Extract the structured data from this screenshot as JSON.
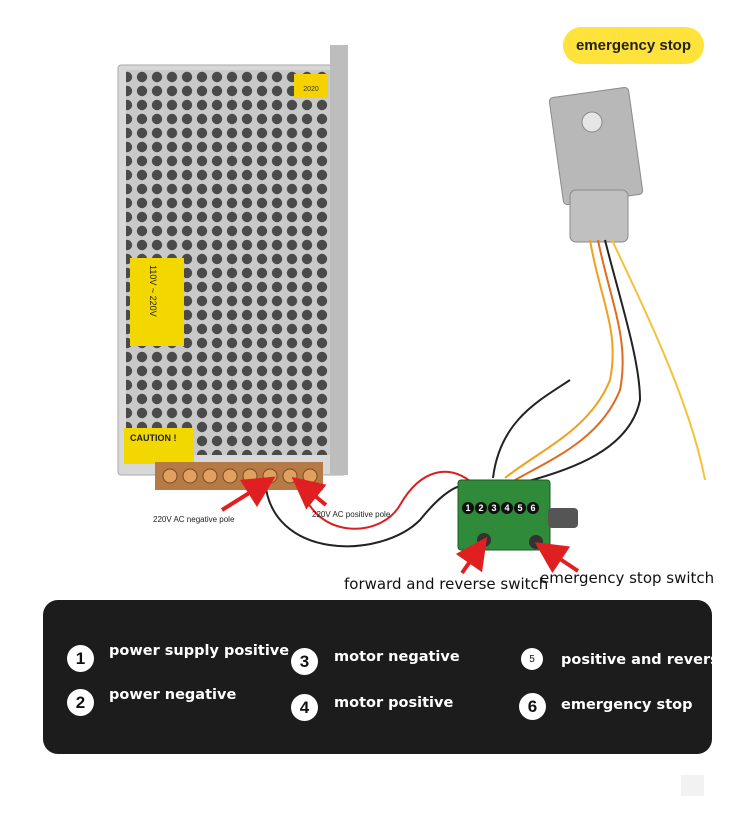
{
  "badge": {
    "label": "emergency stop"
  },
  "psu": {
    "sticker": "2020",
    "voltage_label": "110V ~ 220V",
    "caution": "CAUTION !"
  },
  "board": {
    "pins": [
      "1",
      "2",
      "3",
      "4",
      "5",
      "6"
    ]
  },
  "annotations": {
    "neg_pole": "220V AC negative pole",
    "pos_pole": "220V AC positive pole",
    "fr_switch": "forward and reverse switch",
    "estop_switch": "emergency stop switch"
  },
  "legend": {
    "items": [
      {
        "num": "1",
        "label": "power supply positive"
      },
      {
        "num": "2",
        "label": "power negative"
      },
      {
        "num": "3",
        "label": "motor negative"
      },
      {
        "num": "4",
        "label": "motor positive"
      },
      {
        "num": "5",
        "label": "positive and reverse"
      },
      {
        "num": "6",
        "label": "emergency stop"
      }
    ]
  },
  "colors": {
    "badge": "#ffe23b",
    "legend_bg": "#1c1c1c",
    "arrow": "#e02020"
  }
}
